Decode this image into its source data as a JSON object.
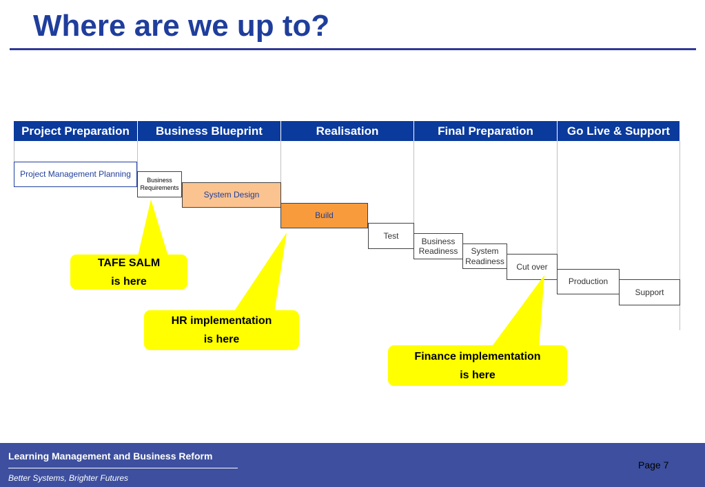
{
  "slide": {
    "title": "Where are we up to?"
  },
  "phases": [
    "Project Preparation",
    "Business Blueprint",
    "Realisation",
    "Final Preparation",
    "Go Live & Support"
  ],
  "tasks": {
    "project_management_planning": "Project Management Planning",
    "business_requirements": [
      "Business",
      "Requirements"
    ],
    "system_design": "System Design",
    "build": "Build",
    "test": "Test",
    "business_readiness": [
      "Business",
      "Readiness"
    ],
    "system_readiness": [
      "System",
      "Readiness"
    ],
    "cut_over": "Cut over",
    "production": "Production",
    "support": "Support"
  },
  "callouts": {
    "tafe_salm": [
      "TAFE SALM",
      "is here"
    ],
    "hr_implementation": [
      "HR implementation",
      "is here"
    ],
    "finance_implementation": [
      "Finance implementation",
      "is here"
    ]
  },
  "colors": {
    "title": "#1f3e9c",
    "phase_header": "#0a3a9c",
    "system_design": "#fbc38f",
    "build": "#f79b3d",
    "callout": "#ffff00",
    "footer": "#3d4f9e"
  },
  "footer": {
    "title": "Learning Management and Business Reform",
    "subtitle": "Better Systems, Brighter Futures",
    "page": "Page 7"
  }
}
